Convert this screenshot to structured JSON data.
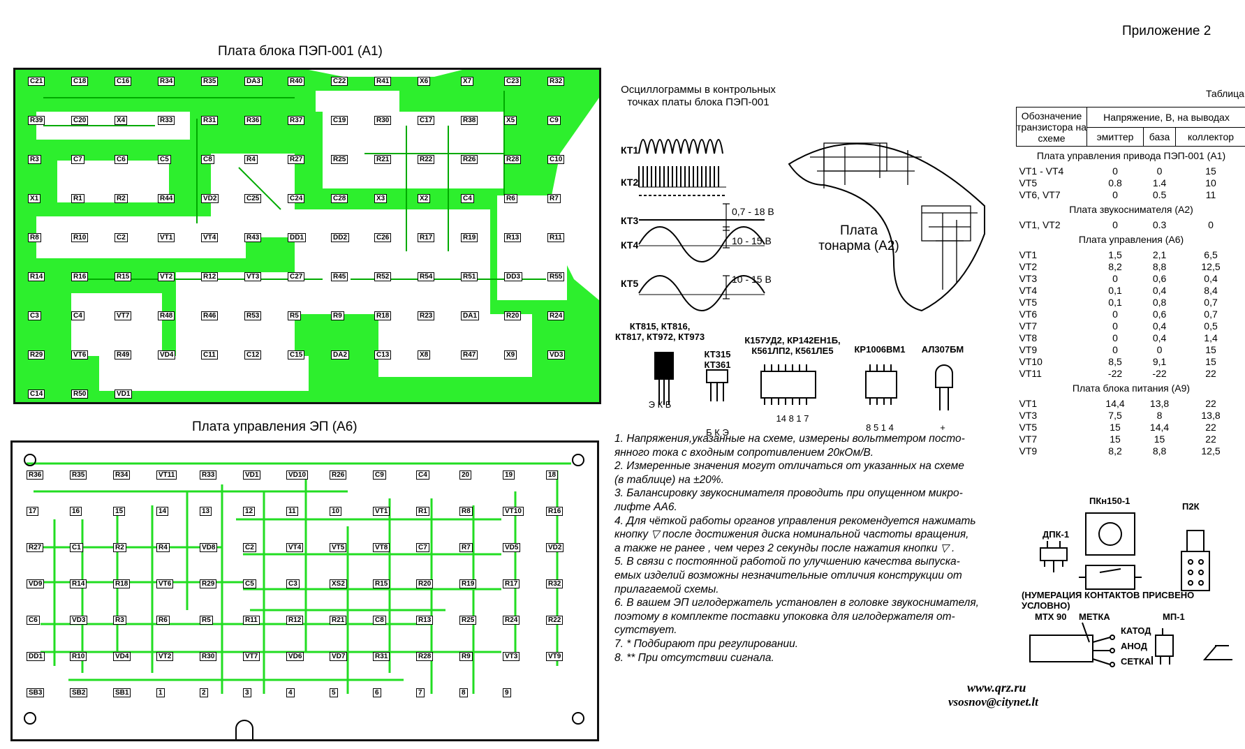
{
  "appendix_title": "Приложение 2",
  "board_a1": {
    "title": "Плата блока ПЭП-001 (А1)",
    "labels": [
      "C21",
      "C18",
      "C16",
      "R34",
      "R35",
      "DA3",
      "R40",
      "C22",
      "R41",
      "X6",
      "X7",
      "C23",
      "R32",
      "R39",
      "C20",
      "X4",
      "R33",
      "R31",
      "R36",
      "R37",
      "C19",
      "R30",
      "C17",
      "R38",
      "X5",
      "C9",
      "R3",
      "C7",
      "C6",
      "C5",
      "C8",
      "R4",
      "R27",
      "R25",
      "R21",
      "R22",
      "R26",
      "R28",
      "C10",
      "X1",
      "R1",
      "R2",
      "R44",
      "VD2",
      "C25",
      "C24",
      "C28",
      "X3",
      "X2",
      "C4",
      "R6",
      "R7",
      "R8",
      "R10",
      "C2",
      "VT1",
      "VT4",
      "R43",
      "DD1",
      "DD2",
      "C26",
      "R17",
      "R19",
      "R13",
      "R11",
      "R14",
      "R16",
      "R15",
      "VT2",
      "R12",
      "VT3",
      "C27",
      "R45",
      "R52",
      "R54",
      "R51",
      "DD3",
      "R55",
      "C3",
      "C4",
      "VT7",
      "R48",
      "R46",
      "R53",
      "R5",
      "R9",
      "R18",
      "R23",
      "DA1",
      "R20",
      "R24",
      "R29",
      "VT6",
      "R49",
      "VD4",
      "C11",
      "C12",
      "C15",
      "DA2",
      "C13",
      "X8",
      "R47",
      "X9",
      "VD3",
      "C14",
      "R50",
      "VD1"
    ]
  },
  "board_a6": {
    "title": "Плата управления ЭП (А6)",
    "labels": [
      "R36",
      "R35",
      "R34",
      "VT11",
      "R33",
      "VD1",
      "VD10",
      "R26",
      "C9",
      "C4",
      "20",
      "19",
      "18",
      "17",
      "16",
      "15",
      "14",
      "13",
      "12",
      "11",
      "10",
      "VT1",
      "R1",
      "R8",
      "VT10",
      "R16",
      "R27",
      "C1",
      "R2",
      "R4",
      "VD8",
      "C2",
      "VT4",
      "VT5",
      "VT8",
      "C7",
      "R7",
      "VD5",
      "VD2",
      "VD9",
      "R14",
      "R18",
      "VT6",
      "R29",
      "C5",
      "C3",
      "XS2",
      "R15",
      "R20",
      "R19",
      "R17",
      "R32",
      "C6",
      "VD3",
      "R3",
      "R6",
      "R5",
      "R11",
      "R12",
      "R21",
      "C8",
      "R13",
      "R25",
      "R24",
      "R22",
      "DD1",
      "R10",
      "VD4",
      "VT2",
      "R30",
      "VT7",
      "VD6",
      "VD7",
      "R31",
      "R28",
      "R9",
      "VT3",
      "VT9",
      "SB3",
      "SB2",
      "SB1",
      "1",
      "2",
      "3",
      "4",
      "5",
      "6",
      "7",
      "8",
      "9"
    ]
  },
  "oscillograms": {
    "title": "Осциллограммы в контрольных точках платы блока ПЭП-001",
    "points": [
      "КТ1",
      "КТ2",
      "КТ3",
      "КТ4",
      "КТ5"
    ],
    "voltages": [
      "0,7 - 18 В",
      "10 - 15 В",
      "10 - 15 В"
    ]
  },
  "tonearm": {
    "label": "Плата тонарма (А2)"
  },
  "components": [
    {
      "name": "КТ815, КТ816, КТ817, КТ972, КТ973",
      "pins": "Э К Б"
    },
    {
      "name": "КТ315 КТ361",
      "pins": "Б К Э"
    },
    {
      "name": "К157УД2, КР142ЕН1Б, К561ЛП2, К561ЛЕ5",
      "pins": "14 8 1 7"
    },
    {
      "name": "КР1006ВМ1",
      "pins": "8 5 1 4"
    },
    {
      "name": "АЛ307БМ",
      "pins": "+"
    }
  ],
  "table": {
    "caption": "Таблица",
    "header": {
      "col1": "Обозначение транзистора на схеме",
      "group": "Напряжение, В, на выводах",
      "cols": [
        "эмиттер",
        "база",
        "коллектор"
      ]
    },
    "sections": [
      {
        "title": "Плата управления привода ПЭП-001 (А1)",
        "rows": [
          [
            "VT1 - VT4",
            "0",
            "0",
            "15"
          ],
          [
            "VT5",
            "0.8",
            "1.4",
            "10"
          ],
          [
            "VT6, VT7",
            "0",
            "0.5",
            "11"
          ]
        ]
      },
      {
        "title": "Плата звукоснимателя (А2)",
        "rows": [
          [
            "VT1, VT2",
            "0",
            "0.3",
            "0"
          ]
        ]
      },
      {
        "title": "Плата управления (А6)",
        "rows": [
          [
            "VT1",
            "1,5",
            "2,1",
            "6,5"
          ],
          [
            "VT2",
            "8,2",
            "8,8",
            "12,5"
          ],
          [
            "VT3",
            "0",
            "0,6",
            "0,4"
          ],
          [
            "VT4",
            "0,1",
            "0,4",
            "8,4"
          ],
          [
            "VT5",
            "0,1",
            "0,8",
            "0,7"
          ],
          [
            "VT6",
            "0",
            "0,6",
            "0,7"
          ],
          [
            "VT7",
            "0",
            "0,4",
            "0,5"
          ],
          [
            "VT8",
            "0",
            "0,4",
            "1,4"
          ],
          [
            "VT9",
            "0",
            "0",
            "15"
          ],
          [
            "VT10",
            "8,5",
            "9,1",
            "15"
          ],
          [
            "VT11",
            "-22",
            "-22",
            "22"
          ]
        ]
      },
      {
        "title": "Плата блока питания (А9)",
        "rows": [
          [
            "VT1",
            "14,4",
            "13,8",
            "22"
          ],
          [
            "VT3",
            "7,5",
            "8",
            "13,8"
          ],
          [
            "VT5",
            "15",
            "14,4",
            "22"
          ],
          [
            "VT7",
            "15",
            "15",
            "22"
          ],
          [
            "VT9",
            "8,2",
            "8,8",
            "12,5"
          ]
        ]
      }
    ]
  },
  "notes": [
    "1. Напряжения,указанные на схеме, измерены вольтметром посто-",
    "янного тока с входным сопротивлением 20кОм/В.",
    "2. Измеренные значения могут отличаться от указанных на схеме",
    "(в таблице) на ±20%.",
    "3. Балансировку звукоснимателя проводить при опущенном микро-",
    "лифте АА6.",
    "4. Для чёткой работы органов управления рекомендуется нажимать",
    "кнопку ▽ после достижения диска номинальной частоты вращения,",
    "а также не ранее , чем через 2 секунды после нажатия кнопки ▽ .",
    "5. В связи с постоянной работой по улучшению качества выпуска-",
    "емых изделий возможны незначительные отличия конструкции от",
    "прилагаемой схемы.",
    "6. В вашем ЭП иглодержатель установлен в головке звукоснимателя,",
    "поэтому в комплекте  поставки упоковка для иглодержателя от-",
    "сутствует.",
    "7. * Подбирают при регулировании.",
    "8. ** При отсутствии сигнала."
  ],
  "switches": {
    "pkn": "ПКн150-1",
    "p2k": "П2К",
    "dpk": "ДПК-1",
    "note": "(НУМЕРАЦИЯ КОНТАКТОВ ПРИСВЕНО УСЛОВНО)",
    "mtx": "МТХ 90",
    "metka": "МЕТКА",
    "katod": "КАТОД",
    "anod": "АНОД",
    "setka": "СЕТКА",
    "mp1": "МП-1"
  },
  "site": "www.qrz.ru",
  "email": "vsosnov@citynet.lt",
  "colors": {
    "copper": "#22ee22",
    "trace": "#11cc11"
  }
}
